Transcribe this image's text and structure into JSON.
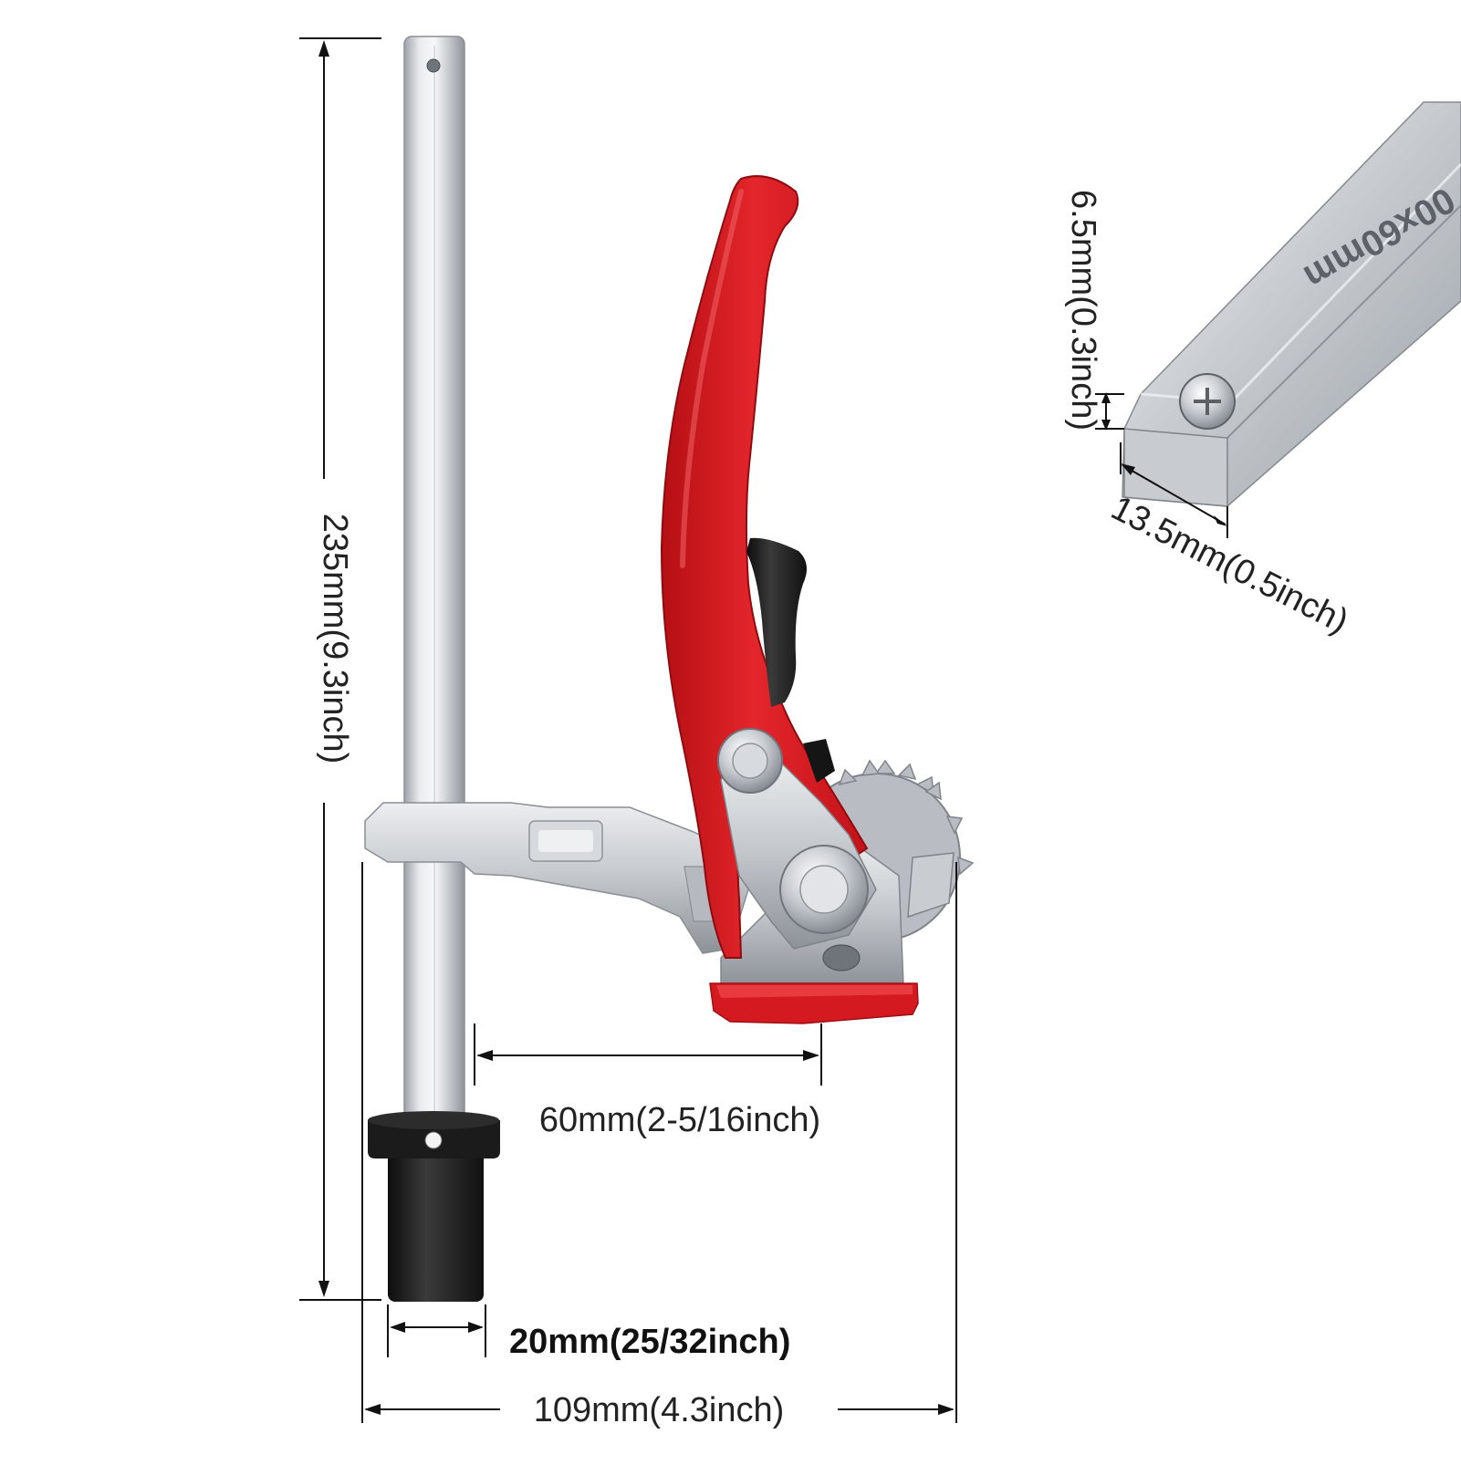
{
  "dimensions": {
    "height_label": "235mm(9.3inch)",
    "throat_label": "60mm(2-5/16inch)",
    "bar_diameter_label": "20mm(25/32inch)",
    "overall_width_label": "109mm(4.3inch)",
    "rail_thickness_label": "6.5mm(0.3inch)",
    "rail_width_label": "13.5mm(0.5inch)"
  },
  "rail_stamp": "00x60mm",
  "colors": {
    "handle_red": "#d7161b",
    "steel": "#c9ccd1",
    "black_parts": "#1a1a1a",
    "background": "#ffffff"
  }
}
